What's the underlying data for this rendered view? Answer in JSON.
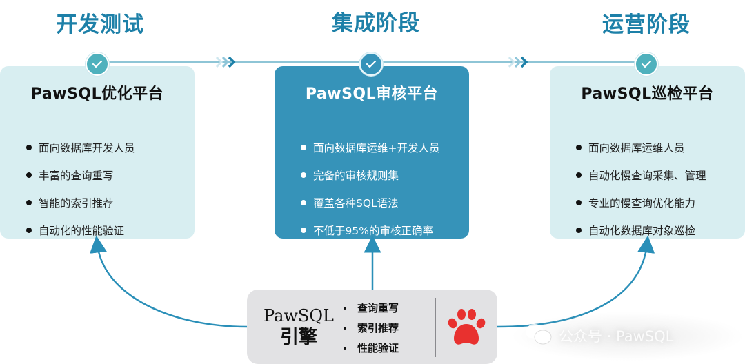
{
  "stages": [
    {
      "title": "开发测试",
      "card_title": "PawSQL优化平台",
      "items": [
        "面向数据库开发人员",
        "丰富的查询重写",
        "智能的索引推荐",
        "自动化的性能验证"
      ]
    },
    {
      "title": "集成阶段",
      "card_title": "PawSQL审核平台",
      "items": [
        "面向数据库运维+开发人员",
        "完备的审核规则集",
        "覆盖各种SQL语法",
        "不低于95%的审核正确率"
      ]
    },
    {
      "title": "运营阶段",
      "card_title": "PawSQL巡检平台",
      "items": [
        "面向数据库运维人员",
        "自动化慢查询采集、管理",
        "专业的慢查询优化能力",
        "自动化数据库对象巡检"
      ]
    }
  ],
  "engine": {
    "name": "PawSQL",
    "subtitle": "引擎",
    "features": [
      "查询重写",
      "索引推荐",
      "性能验证"
    ],
    "logo_icon": "paw-icon"
  },
  "watermark": {
    "icon": "wechat-icon",
    "text": "公众号 · PawSQL"
  },
  "colors": {
    "accent": "#1d80a8",
    "dark_card": "#3693b9",
    "light_card": "#d8eef1",
    "engine_bg": "#e2e2e4",
    "paw": "#e8312f",
    "check_bg": "#4fb1bd"
  }
}
